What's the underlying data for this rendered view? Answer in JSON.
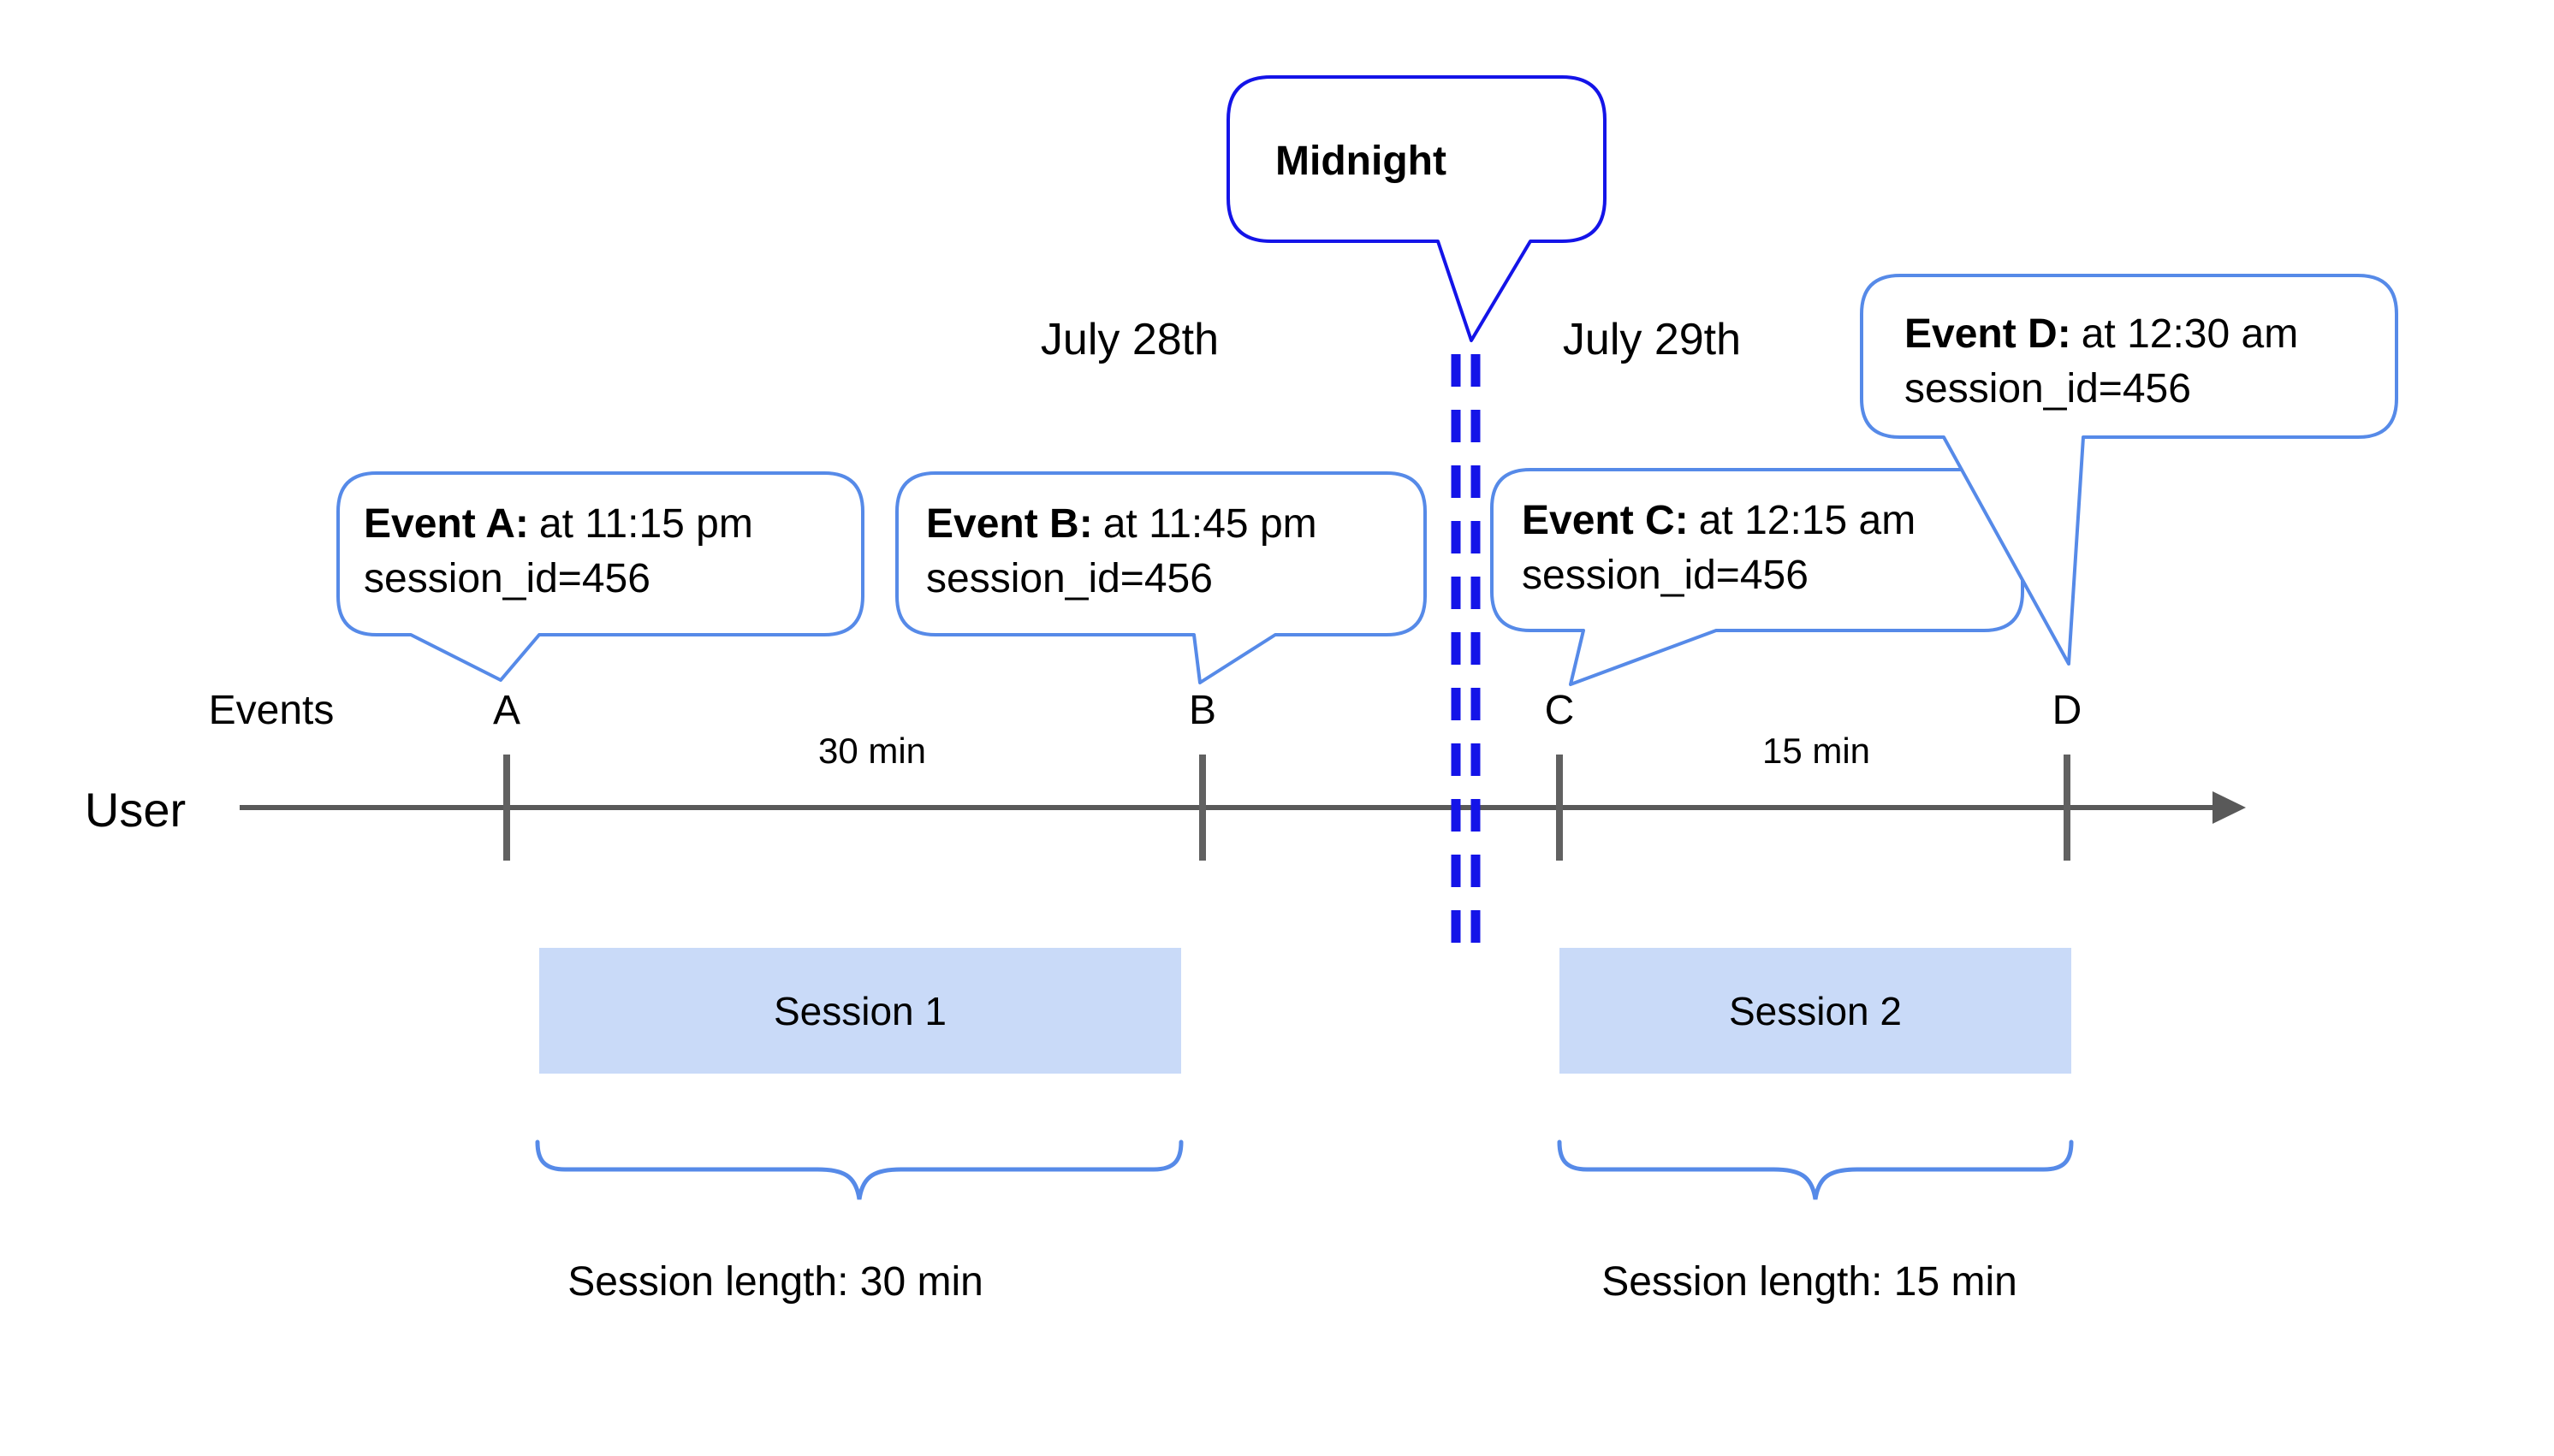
{
  "colors": {
    "callout_blue": "#568ae8",
    "midnight_blue": "#1414e8",
    "timeline_gray": "#595959",
    "tick_gray": "#616161",
    "session_fill": "#c9daf8",
    "session_border": "#bcd2f2"
  },
  "midnight": {
    "label": "Midnight"
  },
  "dates": {
    "left": "July 28th",
    "right": "July 29th"
  },
  "axis": {
    "events_label": "Events",
    "user_label": "User"
  },
  "events": [
    {
      "letter": "A",
      "title": "Event A:",
      "time": "at 11:15 pm",
      "session": "session_id=456"
    },
    {
      "letter": "B",
      "title": "Event B:",
      "time": "at 11:45 pm",
      "session": "session_id=456"
    },
    {
      "letter": "C",
      "title": "Event C:",
      "time": "at 12:15 am",
      "session": "session_id=456"
    },
    {
      "letter": "D",
      "title": "Event D:",
      "time": "at 12:30 am",
      "session": "session_id=456"
    }
  ],
  "intervals": [
    {
      "label": "30 min"
    },
    {
      "label": "15 min"
    }
  ],
  "sessions": [
    {
      "label": "Session 1",
      "length_label": "Session length: 30 min"
    },
    {
      "label": "Session 2",
      "length_label": "Session length: 15 min"
    }
  ]
}
